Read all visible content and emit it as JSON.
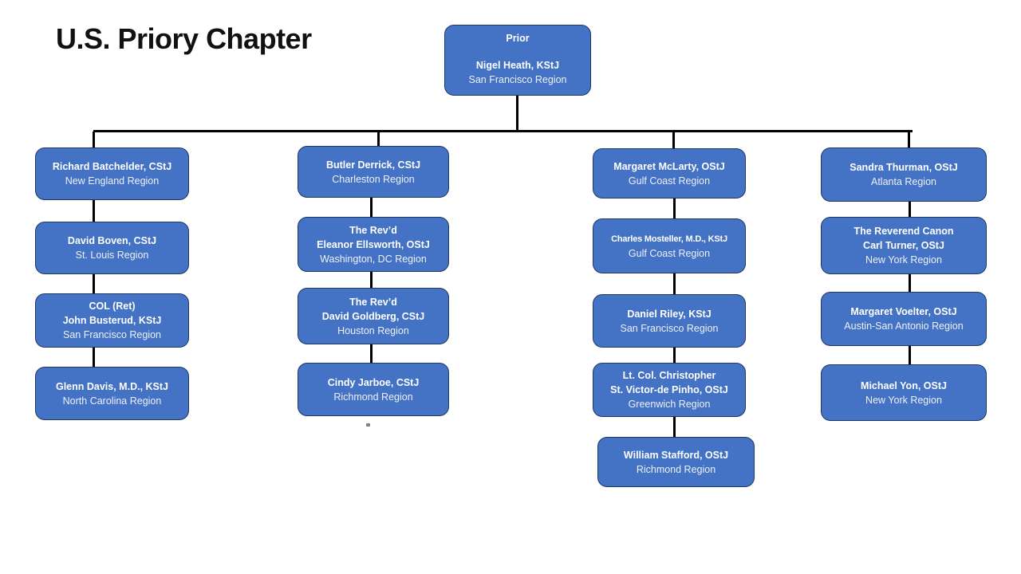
{
  "page_title": "U.S. Priory Chapter",
  "colors": {
    "box_fill": "#4472C4",
    "box_border": "#1F3864",
    "box_text": "#FFFFFF",
    "connector": "#000000",
    "title_text": "#111111",
    "background": "#FFFFFF"
  },
  "root": {
    "role": "Prior",
    "name": "Nigel Heath, KStJ",
    "region": "San Francisco Region"
  },
  "columns": [
    {
      "members": [
        {
          "name": "Richard Batchelder, CStJ",
          "region": "New England Region"
        },
        {
          "name": "David Boven, CStJ",
          "region": "St. Louis Region"
        },
        {
          "name": "COL (Ret)\nJohn Busterud, KStJ",
          "region": "San Francisco Region"
        },
        {
          "name": "Glenn Davis, M.D., KStJ",
          "region": "North Carolina Region"
        }
      ]
    },
    {
      "members": [
        {
          "name": "Butler Derrick, CStJ",
          "region": "Charleston Region"
        },
        {
          "name": "The Rev’d\nEleanor Ellsworth, OStJ",
          "region": "Washington, DC Region"
        },
        {
          "name": "The Rev’d\nDavid Goldberg, CStJ",
          "region": "Houston Region"
        },
        {
          "name": "Cindy Jarboe, CStJ",
          "region": "Richmond Region"
        }
      ]
    },
    {
      "members": [
        {
          "name": "Margaret McLarty, OStJ",
          "region": "Gulf Coast Region"
        },
        {
          "name": "Charles Mosteller, M.D., KStJ",
          "region": "Gulf Coast Region"
        },
        {
          "name": "Daniel Riley, KStJ",
          "region": "San Francisco Region"
        },
        {
          "name": "Lt. Col. Christopher\nSt. Victor-de Pinho, OStJ",
          "region": "Greenwich Region"
        },
        {
          "name": "William Stafford, OStJ",
          "region": "Richmond Region"
        }
      ]
    },
    {
      "members": [
        {
          "name": "Sandra Thurman, OStJ",
          "region": "Atlanta Region"
        },
        {
          "name": "The Reverend Canon\nCarl Turner, OStJ",
          "region": "New York Region"
        },
        {
          "name": "Margaret Voelter, OStJ",
          "region": "Austin-San Antonio Region"
        },
        {
          "name": "Michael Yon, OStJ",
          "region": "New York Region"
        }
      ]
    }
  ]
}
